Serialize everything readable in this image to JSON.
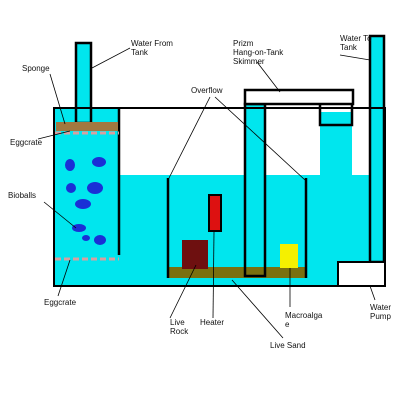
{
  "colors": {
    "water": "#00e6ee",
    "outline": "#000000",
    "bioball": "#1a2fd6",
    "sponge": "#a07840",
    "eggcrate": "#d9a0a0",
    "live_sand": "#7a7010",
    "live_rock": "#6e1010",
    "heater": "#dd1111",
    "macroalgae": "#f5f000",
    "pump": "#ffffff"
  },
  "labels": {
    "water_from_tank": [
      "Water From",
      "Tank"
    ],
    "sponge": "Sponge",
    "eggcrate_top": "Eggcrate",
    "bioballs": "Bioballs",
    "eggcrate_bottom": "Eggcrate",
    "prizm_skimmer": [
      "Prizm",
      "Hang-on-Tank",
      "Skimmer"
    ],
    "overflow": "Overflow",
    "water_to_tank": [
      "Water To",
      "Tank"
    ],
    "live_rock": [
      "Live",
      "Rock"
    ],
    "heater": "Heater",
    "macroalgae": [
      "Macroalga",
      "e"
    ],
    "water_pump": [
      "Water",
      "Pump"
    ],
    "live_sand": "Live Sand"
  }
}
